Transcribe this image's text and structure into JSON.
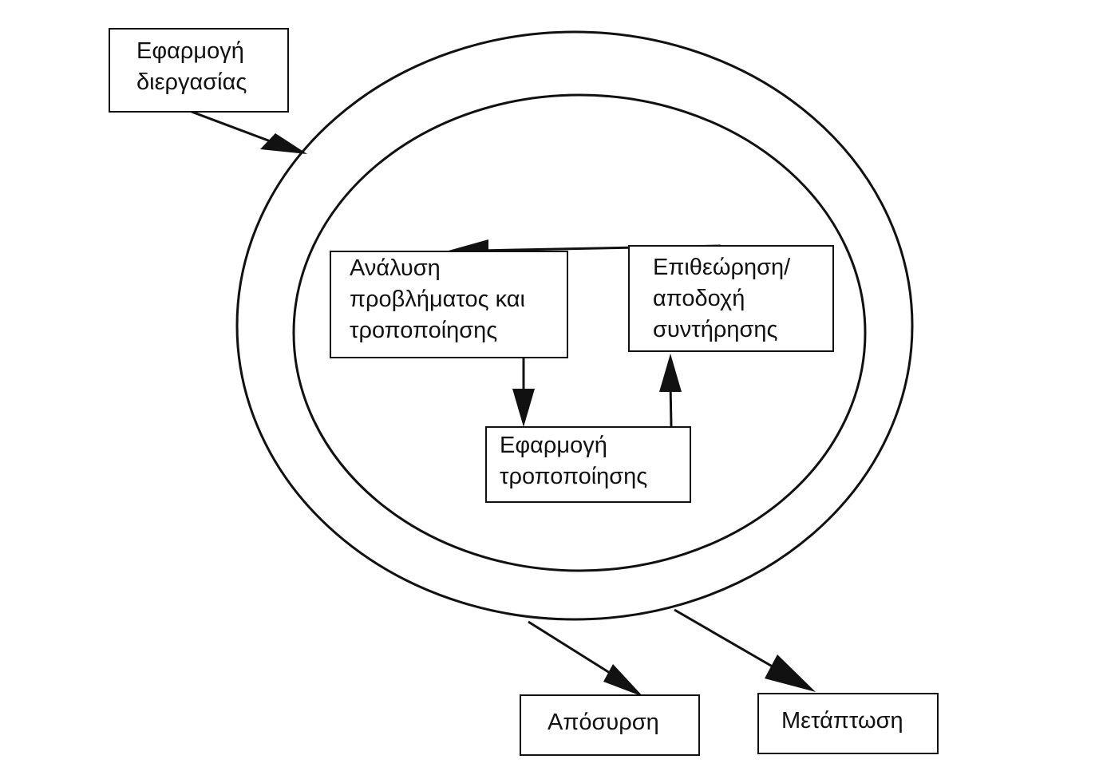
{
  "diagram": {
    "nodes": {
      "apply_process": {
        "lines": [
          "Εφαρμογή",
          "διεργασίας"
        ]
      },
      "problem_analysis": {
        "lines": [
          "Ανάλυση",
          "προβλήματος και",
          "τροποποίησης"
        ]
      },
      "review": {
        "lines": [
          "Επιθεώρηση/",
          "αποδοχή",
          "συντήρησης"
        ]
      },
      "apply_change": {
        "lines": [
          "Εφαρμογή",
          "τροποποίησης"
        ]
      },
      "retirement": {
        "lines": [
          "Απόσυρση"
        ]
      },
      "migration": {
        "lines": [
          "Μετάπτωση"
        ]
      }
    },
    "edges": [
      {
        "from": "apply_process",
        "to": "maintenance_cycle"
      },
      {
        "from": "review",
        "to": "problem_analysis"
      },
      {
        "from": "problem_analysis",
        "to": "apply_change"
      },
      {
        "from": "apply_change",
        "to": "review"
      },
      {
        "from": "maintenance_cycle",
        "to": "retirement"
      },
      {
        "from": "maintenance_cycle",
        "to": "migration"
      }
    ],
    "colors": {
      "stroke": "#111111",
      "background": "#ffffff"
    }
  }
}
